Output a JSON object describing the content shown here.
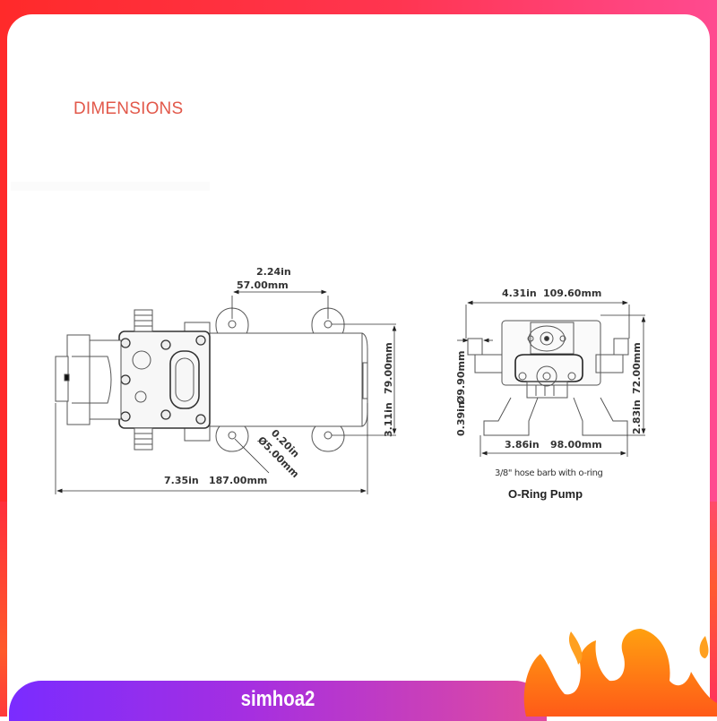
{
  "page": {
    "title": "DIMENSIONS",
    "watermark": "simhoa2",
    "colors": {
      "frame_left": "#ff2a2a",
      "frame_right": "#ff4a90",
      "title": "#e2584a",
      "banner_start": "#7a2cff",
      "banner_end": "#e04aa0",
      "flame_top": "#ffa010",
      "flame_bottom": "#ff5a18"
    }
  },
  "side_view": {
    "mount_spacing": {
      "imperial": "2.24in",
      "metric": "57.00mm"
    },
    "overall_length": {
      "imperial": "7.35in",
      "metric": "187.00mm"
    },
    "mount_height": {
      "imperial": "3.11in",
      "metric": "79.00mm"
    },
    "hole_diameter": {
      "imperial": "0.20in",
      "metric": "Ø5.00mm"
    }
  },
  "end_view": {
    "overall_width": {
      "imperial": "4.31in",
      "metric": "109.60mm"
    },
    "base_width": {
      "imperial": "3.86in",
      "metric": "98.00mm"
    },
    "height": {
      "imperial": "2.83in",
      "metric": "72.00mm"
    },
    "barb_diameter": {
      "imperial": "0.39in",
      "metric": "Ø9.90mm"
    },
    "caption": "3/8\" hose barb with o-ring",
    "subtitle": "O-Ring Pump"
  }
}
